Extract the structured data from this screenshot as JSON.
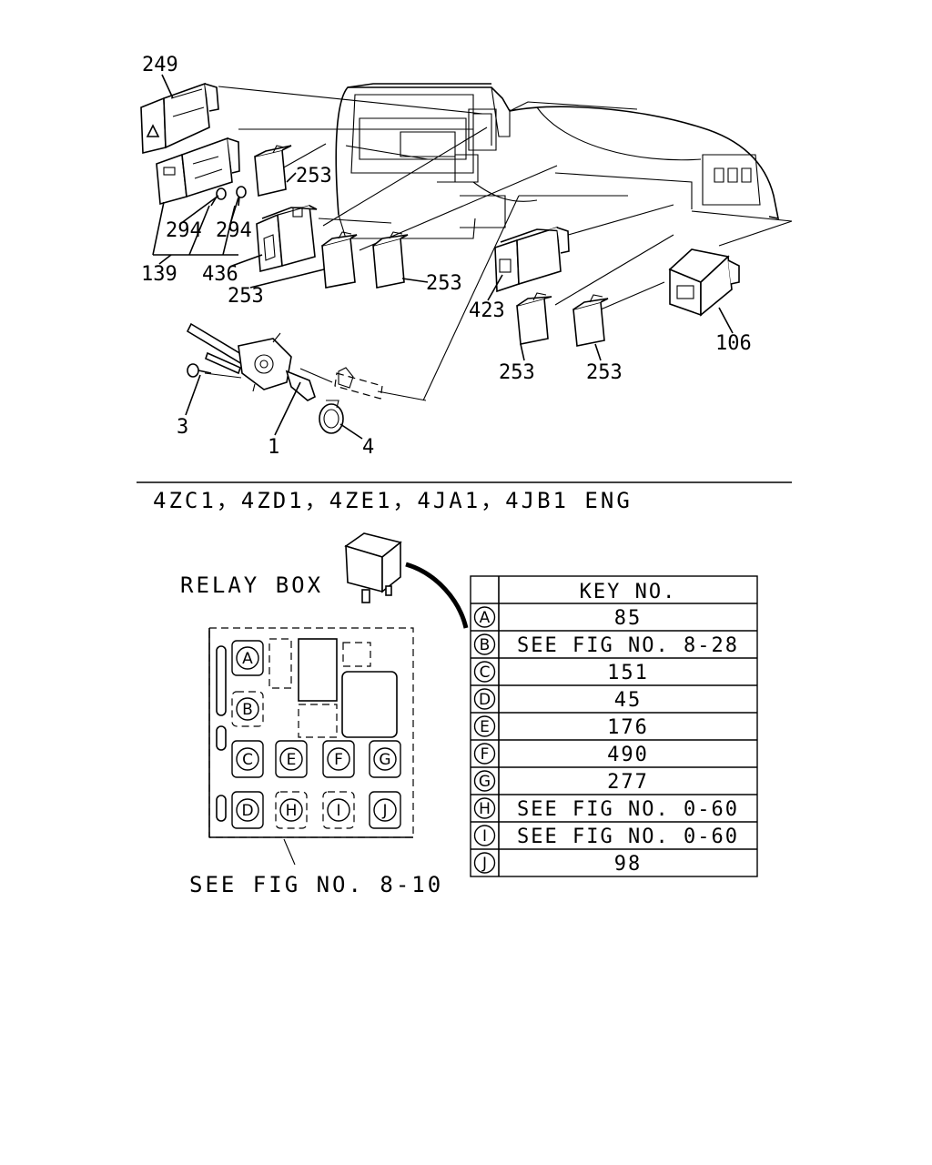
{
  "labels": {
    "p249": "249",
    "p253a": "253",
    "p294a": "294",
    "p294b": "294",
    "p139": "139",
    "p436": "436",
    "p253b": "253",
    "p253c": "253",
    "p423": "423",
    "p253d": "253",
    "p253e": "253",
    "p106": "106",
    "p3": "3",
    "p1": "1",
    "p4": "4"
  },
  "engine_caption": "4ZC1，4ZD1，4ZE1，4JA1，4JB1 ENG",
  "relay_box_label": "RELAY BOX",
  "see_fig_bottom": "SEE FIG NO. 8-10",
  "box_letters": [
    "A",
    "B",
    "C",
    "E",
    "F",
    "G",
    "D",
    "H",
    "I",
    "J"
  ],
  "key_table": {
    "header": "KEY NO.",
    "rows": [
      {
        "key": "A",
        "value": "85"
      },
      {
        "key": "B",
        "value": "SEE FIG NO. 8-28"
      },
      {
        "key": "C",
        "value": "151"
      },
      {
        "key": "D",
        "value": "45"
      },
      {
        "key": "E",
        "value": "176"
      },
      {
        "key": "F",
        "value": "490"
      },
      {
        "key": "G",
        "value": "277"
      },
      {
        "key": "H",
        "value": "SEE FIG NO. 0-60"
      },
      {
        "key": "I",
        "value": "SEE FIG NO. 0-60"
      },
      {
        "key": "J",
        "value": "98"
      }
    ]
  }
}
